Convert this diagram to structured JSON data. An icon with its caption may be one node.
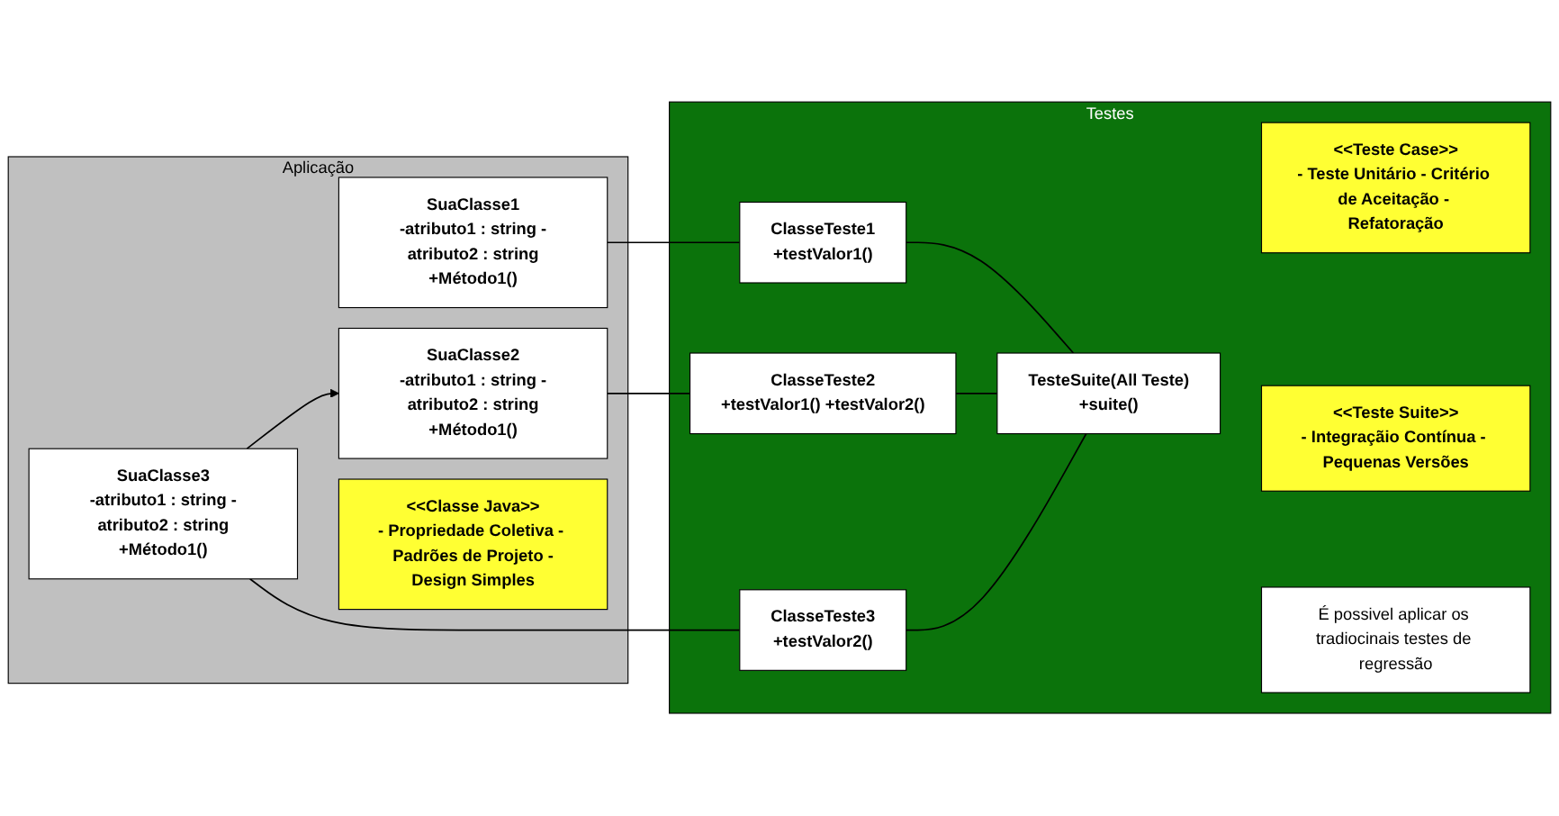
{
  "diagram": {
    "nodes": [
      {
        "text": [
          "Aplicação"
        ]
      },
      {
        "text": [
          "SuaClasse1",
          "-atributo1 : string -atributo2 : string",
          "+Método1()"
        ],
        "in": 0
      },
      {
        "text": [
          "SuaClasse2",
          "-atributo1 : string -atributo2 : string",
          "+Método1()"
        ],
        "in": 0
      },
      {
        "text": [
          "SuaClasse3",
          "-atributo1 : string -atributo2 : string",
          "+Método1()"
        ],
        "in": 0
      },
      {
        "text": [
          "<<Classe Java>>",
          "- Propriedade Coletiva - Padrões de Projeto -Design Simples"
        ],
        "in": 0
      },
      {
        "text": [
          "Testes"
        ]
      },
      {
        "text": [
          "ClasseTeste1",
          "+testValor1()"
        ],
        "in": 5
      },
      {
        "text": [
          "ClasseTeste2",
          "+testValor1() +testValor2()"
        ],
        "in": 5
      },
      {
        "text": [
          "ClasseTeste3",
          "+testValor2()"
        ],
        "in": 5
      },
      {
        "text": [
          "<<Teste Case>>",
          "- Teste Unitário - Critério de Aceitação - Refatoração"
        ],
        "in": 5
      },
      {
        "text": [
          "TesteSuite(All Teste)",
          "+suite()"
        ],
        "in": 5
      },
      {
        "text": [
          "<<Teste Suite>>",
          "- Integraçãio Contínua - Pequenas Versões"
        ],
        "in": 5
      },
      {
        "text": [
          "É possivel aplicar os tradiocinais testes de regressão"
        ],
        "in": 5
      }
    ],
    "edges": [
      {
        "from": 1,
        "to": 6,
        "arrow": "none"
      },
      {
        "from": 2,
        "to": 7,
        "arrow": "none"
      },
      {
        "from": 3,
        "to": 8,
        "arrow": "none"
      },
      {
        "from": 3,
        "to": 2,
        "arrow": "to"
      },
      {
        "from": 6,
        "to": 10,
        "arrow": "none"
      },
      {
        "from": 7,
        "to": 10,
        "arrow": "none"
      },
      {
        "from": 8,
        "to": 10,
        "arrow": "none"
      }
    ]
  }
}
